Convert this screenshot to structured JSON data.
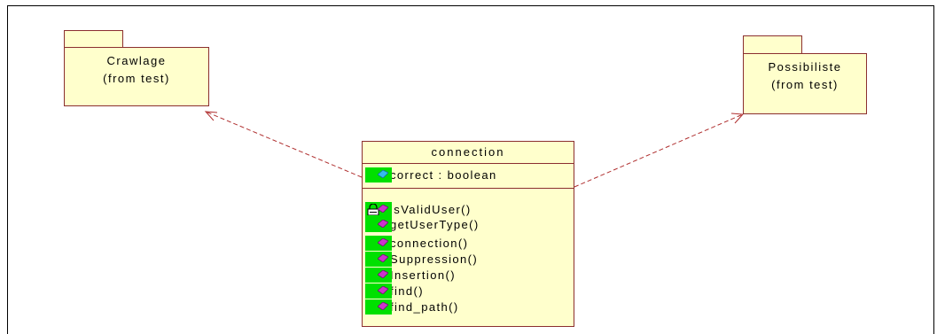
{
  "packages": [
    {
      "name": "Crawlage",
      "from": "(from test)"
    },
    {
      "name": "Possibiliste",
      "from": "(from test)"
    }
  ],
  "class": {
    "name": "connection",
    "attributes": [
      {
        "text": "correct : boolean",
        "icon": "attribute-icon"
      }
    ],
    "operations": [
      {
        "text": "isValidUser()",
        "icon": "private-operation-icon"
      },
      {
        "text": "getUserType()",
        "icon": "operation-icon"
      },
      {
        "text": "connection()",
        "icon": "operation-icon"
      },
      {
        "text": "Suppression()",
        "icon": "operation-icon"
      },
      {
        "text": "Insertion()",
        "icon": "operation-icon"
      },
      {
        "text": "find()",
        "icon": "operation-icon"
      },
      {
        "text": "find_path()",
        "icon": "operation-icon"
      }
    ]
  },
  "colors": {
    "fill": "#ffffcc",
    "outline": "#8b2f2f",
    "dependency": "#b03030",
    "icon_background": "#00e000",
    "operation_icon": "#cc33cc",
    "attribute_icon": "#33bbee"
  }
}
